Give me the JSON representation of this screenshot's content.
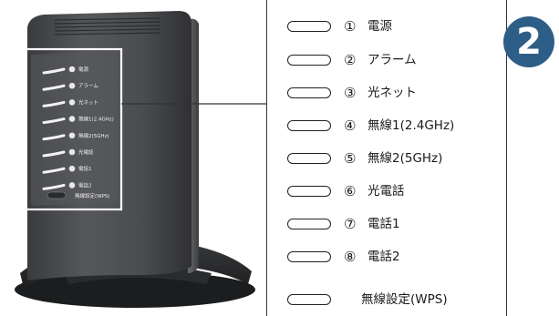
{
  "legend": {
    "items": [
      {
        "num": "①",
        "label": "電源"
      },
      {
        "num": "②",
        "label": "アラーム"
      },
      {
        "num": "③",
        "label": "光ネット"
      },
      {
        "num": "④",
        "label": "無線1(2.4GHz)"
      },
      {
        "num": "⑤",
        "label": "無線2(5GHz)"
      },
      {
        "num": "⑥",
        "label": "光電話"
      },
      {
        "num": "⑦",
        "label": "電話1"
      },
      {
        "num": "⑧",
        "label": "電話2"
      }
    ],
    "wps_label": "無線設定(WPS)"
  },
  "device": {
    "led_labels": [
      "電源",
      "アラーム",
      "光ネット",
      "無線1(2.4GHz)",
      "無線2(5GHz)",
      "光電話",
      "電話1",
      "電話2"
    ],
    "wps_label": "無線設定(WPS)"
  },
  "step_badge": "2",
  "colors": {
    "badge": "#2d5e87",
    "device_body": "#4a4c4f",
    "device_dark": "#2b2c2e",
    "led_bar": "#f2f2f2"
  }
}
